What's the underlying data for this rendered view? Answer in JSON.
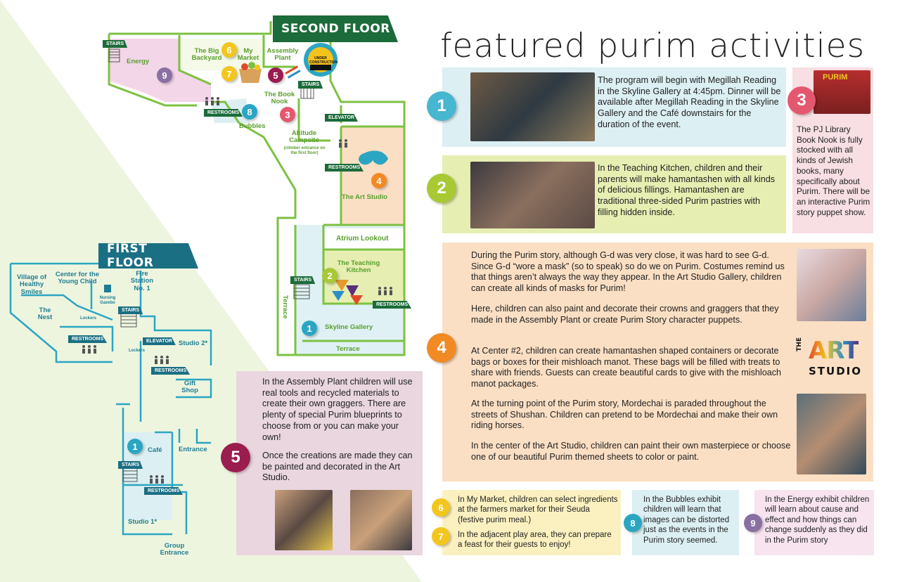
{
  "title": "featured purim activities",
  "colors": {
    "blue": "#dceff3",
    "green": "#e6eeb2",
    "orange": "#fbdfc4",
    "pink": "#f7dfe4",
    "mauve": "#e9d6de",
    "yellow": "#fbf1c0",
    "mapGreen": "#5a9e2d",
    "mapTeal": "#1e7d93"
  },
  "map": {
    "second_floor": {
      "banner": "SECOND FLOOR",
      "labels": {
        "energy": "Energy",
        "big_backyard": "The Big Backyard",
        "my_market": "My Market",
        "assembly_plant": "Assembly Plant",
        "book_nook": "The Book Nook",
        "bubbles": "Bubbles",
        "altitude": "Altitude Campsite",
        "altitude_note": "(climber entrance on the first floor)",
        "art_studio": "The Art Studio",
        "atrium": "Atrium Lookout",
        "teaching_kitchen": "The Teaching Kitchen",
        "skyline": "Skyline Gallery",
        "terrace_v": "Terrace",
        "terrace_h": "Terrace",
        "under_construction": "UNDER CONSTRUCTION"
      },
      "tags": {
        "stairs_1": "STAIRS",
        "stairs_2": "STAIRS",
        "stairs_3": "STAIRS",
        "restrooms_1": "RESTROOMS",
        "restrooms_2": "RESTROOMS",
        "restrooms_3": "RESTROOMS",
        "elevator": "ELEVATOR"
      }
    },
    "first_floor": {
      "banner": "FIRST FLOOR",
      "labels": {
        "village": "Village of Healthy Smiles",
        "center": "Center for the Young Child",
        "fire": "Fire Station No. 1",
        "nest": "The Nest",
        "nursing": "Nursing Gazebo",
        "lockers_1": "Lockers",
        "lockers_2": "Lockers",
        "studio2": "Studio 2*",
        "gift": "Gift Shop",
        "cafe": "Café",
        "entrance": "Entrance",
        "studio1": "Studio 1*",
        "group": "Group Entrance"
      },
      "tags": {
        "stairs_1": "STAIRS",
        "stairs_2": "STAIRS",
        "restrooms_1": "RESTROOMS",
        "restrooms_2": "RESTROOMS",
        "restrooms_3": "RESTROOMS",
        "elevator": "ELEVATOR"
      }
    },
    "pins": {
      "p9": "9",
      "p6": "6",
      "p7": "7",
      "p5": "5",
      "p3": "3",
      "p8": "8",
      "p4": "4",
      "p2": "2",
      "p1a": "1",
      "p1b": "1"
    }
  },
  "activities": {
    "a1": {
      "num": "1",
      "text": "The program will begin with Megillah Reading in the Skyline Gallery at 4:45pm. Dinner will be available after Megillah Reading in the Skyline Gallery and the Café downstairs for the duration of the event."
    },
    "a2": {
      "num": "2",
      "text": "In the Teaching Kitchen, children and their parents will make hamantashen with all kinds of delicious fillings. Hamantashen are traditional three-sided Purim pastries with filling hidden inside."
    },
    "a3": {
      "num": "3",
      "text": "The PJ Library Book Nook is fully stocked with all kinds of Jewish books, many specifically about Purim. There will be an interactive Purim story puppet show.",
      "sign": "PURIM"
    },
    "a4": {
      "num": "4",
      "p1": "During the Purim story, although G-d was very close, it was hard to see G-d. Since G-d “wore a mask” (so to speak) so do we on Purim. Costumes remind us that things aren’t always the way they appear. In the Art Studio Gallery, children can create all kinds of masks for Purim!",
      "p2": "Here, children can also paint and decorate their crowns and graggers that they made in the Assembly Plant or create Purim Story character puppets.",
      "p3": "At Center #2, children can create hamantashen shaped containers or decorate bags or boxes for their mishloach manot. These bags will be filled with treats to share with friends. Guests can create beautiful cards to give with the mishloach manot packages.",
      "p4": "At the turning point of the Purim story, Mordechai is paraded throughout the streets of Shushan. Children can pretend to be Mordechai and make their own riding horses.",
      "p5": "In the center of the Art Studio, children can paint their own masterpiece or choose one of our beautiful Purim themed sheets to color or paint.",
      "logo_the": "THE",
      "logo_art": "ART",
      "logo_studio": "STUDIO"
    },
    "a5": {
      "num": "5",
      "p1": "In the Assembly Plant children will use real tools and recycled materials to create their own graggers. There are plenty of special Purim blueprints to choose from or you can make your own!",
      "p2": "Once the creations are made they can be painted and decorated in the Art Studio."
    },
    "a6": {
      "num": "6",
      "text": "In My Market, children can select ingredients at the farmers market for their Seuda (festive purim meal.)"
    },
    "a7": {
      "num": "7",
      "text": "In the adjacent play area, they can prepare a feast for their guests to enjoy!"
    },
    "a8": {
      "num": "8",
      "text": "In the Bubbles exhibit children will learn that images can be distorted just as the events in the Purim story seemed."
    },
    "a9": {
      "num": "9",
      "text": "In the Energy exhibit children will learn about cause and effect and how things can change suddenly as they did in the Purim story"
    }
  }
}
